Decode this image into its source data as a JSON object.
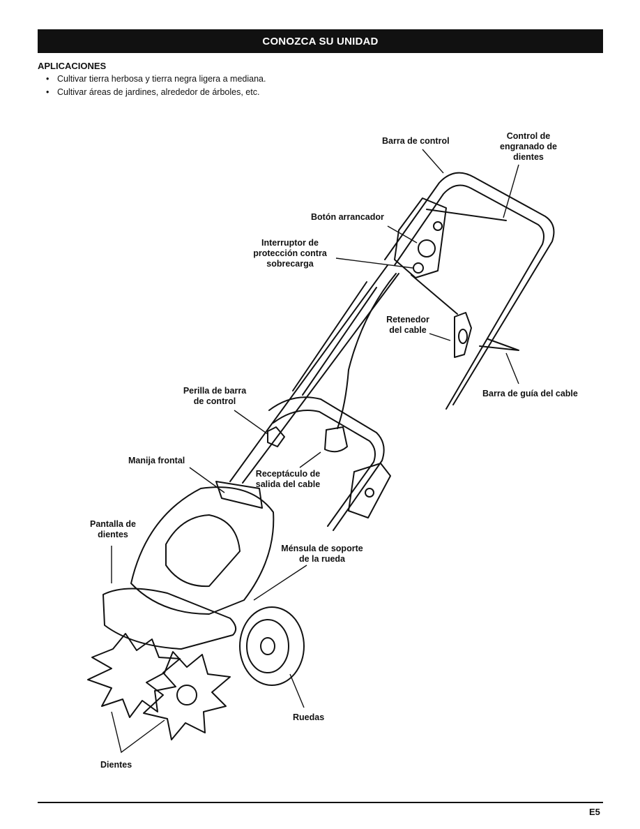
{
  "header": {
    "title": "CONOZCA SU UNIDAD"
  },
  "applications": {
    "heading": "APLICACIONES",
    "items": [
      "Cultivar tierra herbosa y tierra negra ligera a mediana.",
      "Cultivar áreas de jardines, alrededor de árboles, etc."
    ]
  },
  "diagram": {
    "labels": {
      "barra_control": "Barra de control",
      "control_engranado": "Control de\nengranado de\ndientes",
      "boton_arrancador": "Botón arrancador",
      "interruptor": "Interruptor de\nprotección contra\nsobrecarga",
      "retenedor": "Retenedor\ndel cable",
      "barra_guia": "Barra de guía del cable",
      "perilla": "Perilla de barra\nde control",
      "manija": "Manija frontal",
      "receptaculo": "Receptáculo de\nsalida del cable",
      "pantalla": "Pantalla de\ndientes",
      "mensula": "Ménsula de soporte\nde la rueda",
      "ruedas": "Ruedas",
      "dientes": "Dientes"
    }
  },
  "footer": {
    "page": "E5"
  }
}
